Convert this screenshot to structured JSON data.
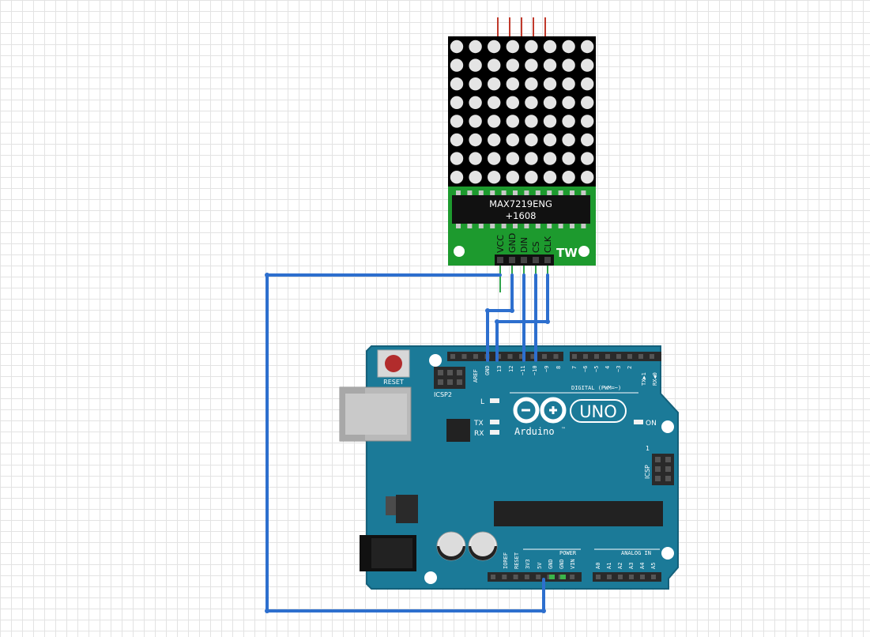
{
  "matrix_module": {
    "chip_line1": "MAX7219ENG",
    "chip_line2": "+1608",
    "logo": "TW",
    "pins": [
      "VCC",
      "GND",
      "DIN",
      "CS",
      "CLK"
    ],
    "colors": {
      "pcb": "#1d9a2e",
      "led_panel": "#000000",
      "led": "#e4e4e4",
      "header": "#c0392b"
    }
  },
  "arduino": {
    "logo_text": "UNO",
    "brand": "Arduino",
    "brand_mark": "™",
    "reset_label": "RESET",
    "icsp2_label": "ICSP2",
    "icsp_label": "ICSP",
    "icsp_pin1": "1",
    "led_l": "L",
    "led_tx": "TX",
    "led_rx": "RX",
    "on_label": "ON",
    "digital_label": "DIGITAL (PWM=~)",
    "power_label": "POWER",
    "analog_label": "ANALOG IN",
    "top_pins_left": [
      "AREF",
      "GND",
      "13",
      "12",
      "~11",
      "~10",
      "~9",
      "8"
    ],
    "top_pins_right": [
      "7",
      "~6",
      "~5",
      "4",
      "~3",
      "2",
      "TX▶1",
      "RX◀0"
    ],
    "bottom_pins_power": [
      "IOREF",
      "RESET",
      "3V3",
      "5V",
      "GND",
      "GND",
      "VIN"
    ],
    "bottom_pins_analog": [
      "A0",
      "A1",
      "A2",
      "A3",
      "A4",
      "A5"
    ],
    "colors": {
      "board": "#1b7a98",
      "board_outline": "#14607a",
      "text": "#ffffff",
      "header": "#2a2a2a"
    }
  },
  "wires": [
    {
      "from": "VCC",
      "to": "5V"
    },
    {
      "from": "GND",
      "to": "GND"
    },
    {
      "from": "DIN",
      "to": "~11"
    },
    {
      "from": "CS",
      "to": "~10"
    },
    {
      "from": "CLK",
      "to": "13"
    }
  ],
  "wire_color": "#2d6fce"
}
